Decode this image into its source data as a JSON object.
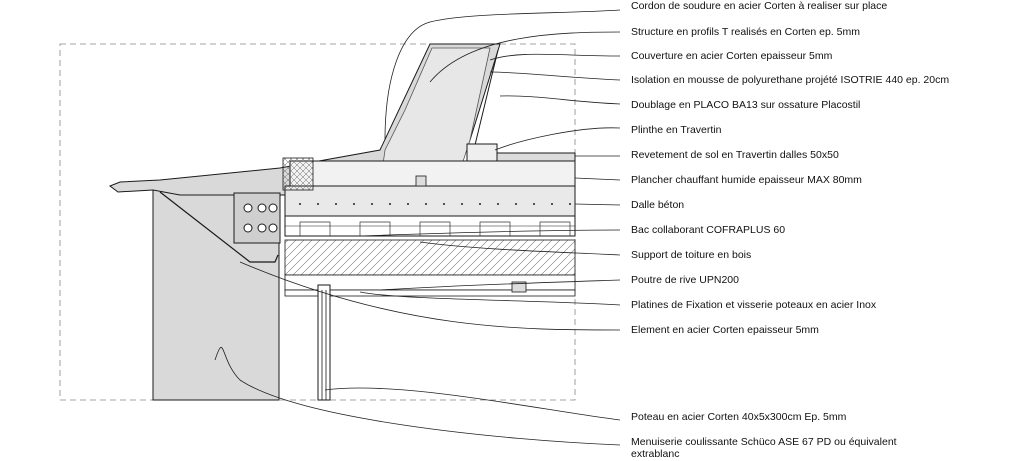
{
  "labels": [
    "Cordon de soudure en acier Corten à realiser sur place",
    "Structure en profils T realisés en Corten ep. 5mm",
    "Couverture en acier Corten epaisseur 5mm",
    "Isolation en mousse de polyurethane projété ISOTRIE 440 ep. 20cm",
    "Doublage en PLACO BA13 sur ossature Placostil",
    "Plinthe en Travertin",
    "Revetement de sol en Travertin dalles 50x50",
    "Plancher chauffant humide epaisseur MAX 80mm",
    "Dalle béton",
    "Bac collaborant COFRAPLUS 60",
    "Support de toiture en bois",
    "Poutre de rive UPN200",
    "Platines de Fixation et visserie poteaux en acier Inox",
    "Element en acier Corten epaisseur 5mm",
    "Poteau en acier Corten 40x5x300cm Ep. 5mm",
    "Menuiserie coulissante Schüco ASE 67 PD ou équivalent extrablanc"
  ],
  "colors": {
    "line": "#1a1a1a",
    "corten_fill": "#d9d9d9",
    "insulation_fill": "#ececec",
    "dashed_frame": "#888888"
  }
}
